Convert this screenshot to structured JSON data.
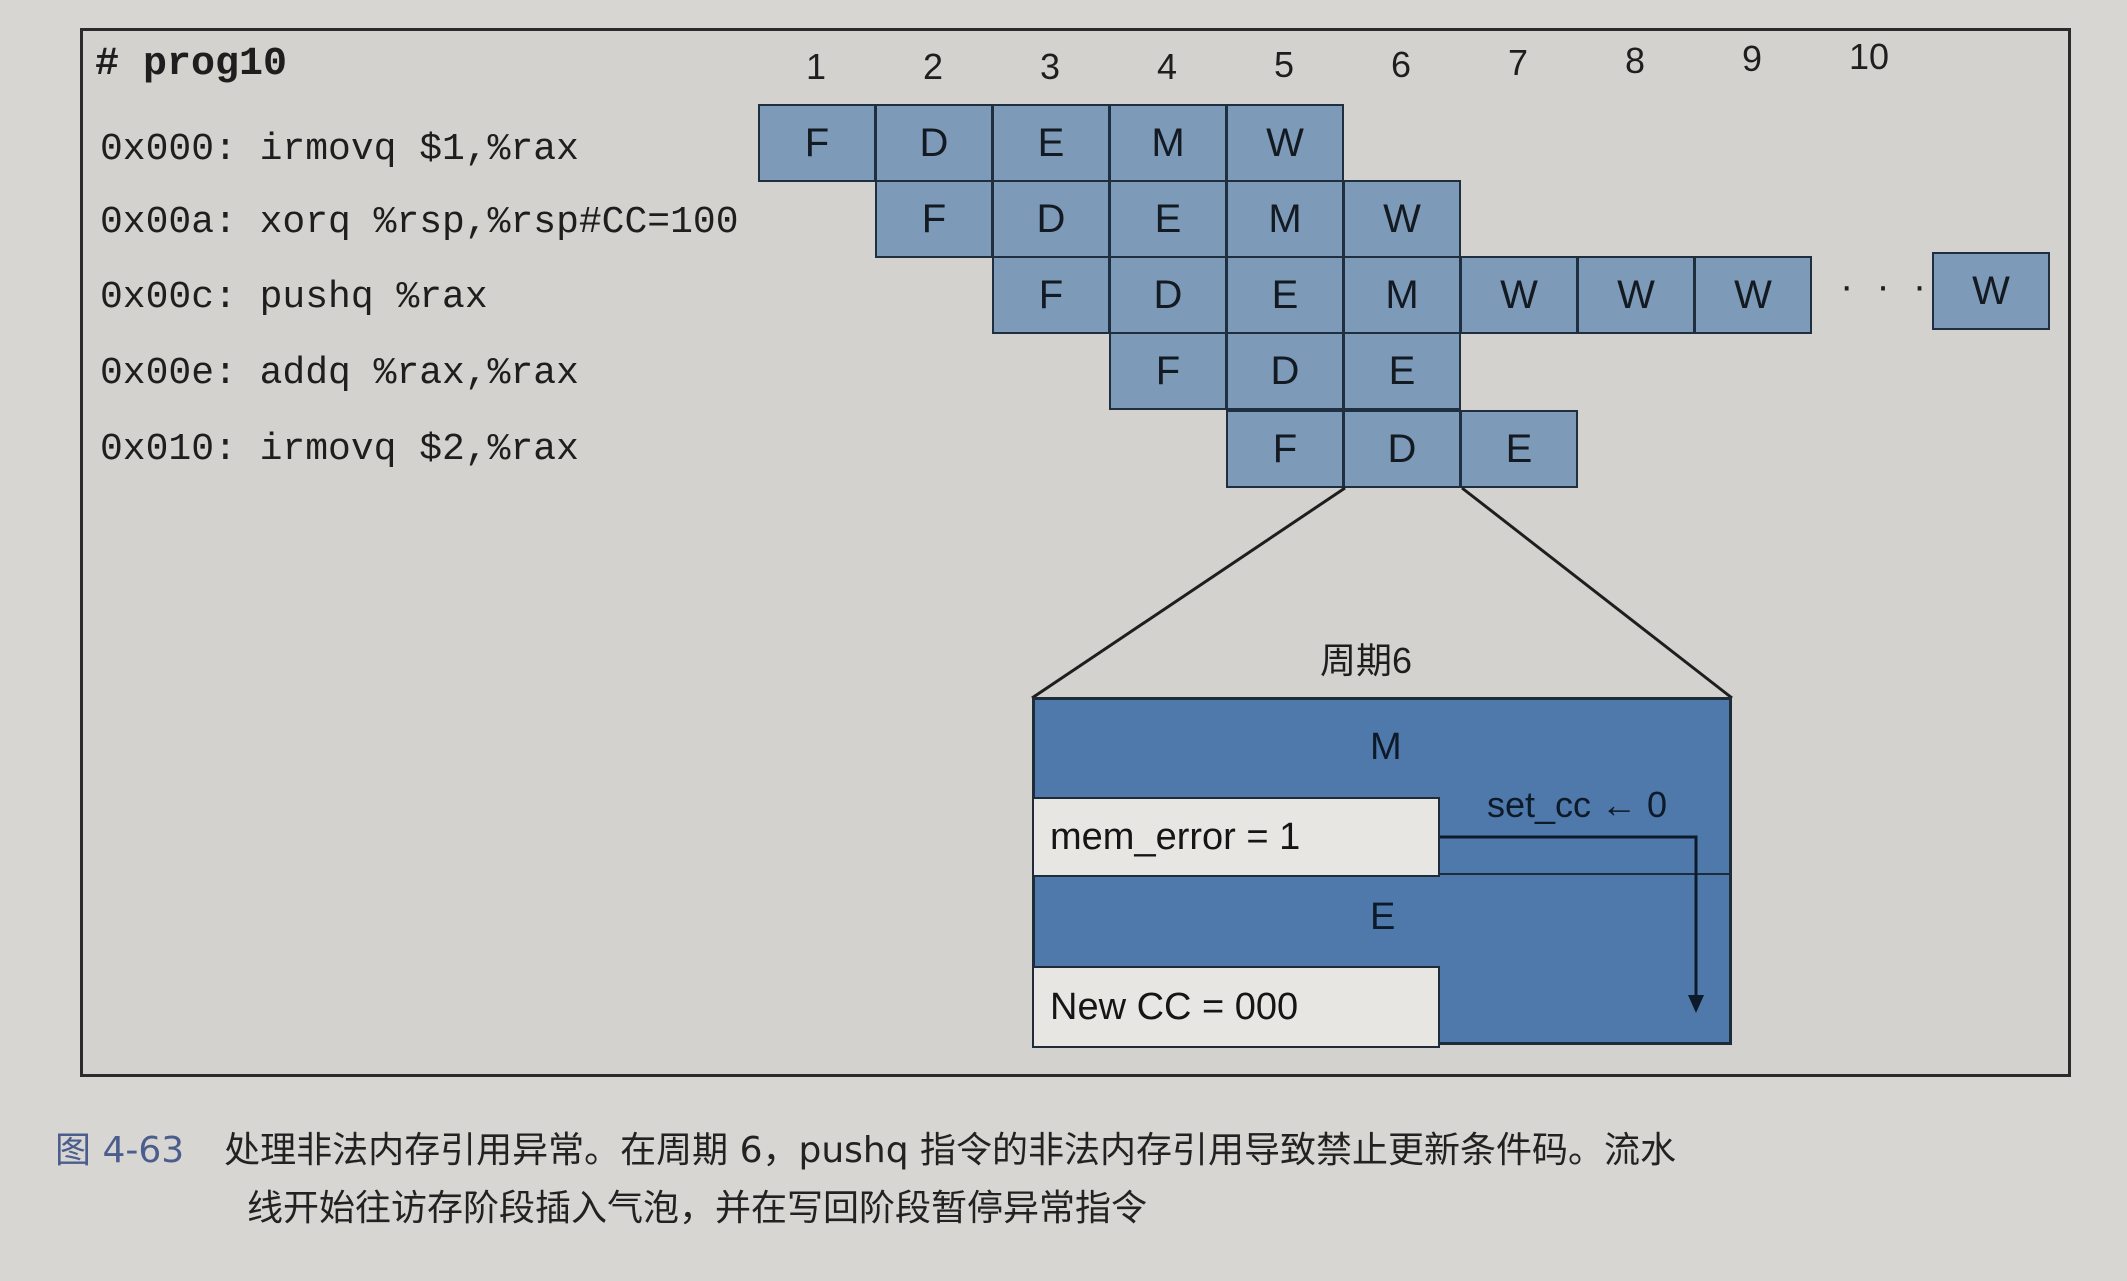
{
  "program": {
    "title": "# prog10",
    "instructions": [
      "0x000: irmovq $1,%rax",
      "0x00a: xorq %rsp,%rsp#CC=100",
      "0x00c: pushq %rax",
      "0x00e: addq %rax,%rax",
      "0x010: irmovq $2,%rax"
    ]
  },
  "cycles": [
    "1",
    "2",
    "3",
    "4",
    "5",
    "6",
    "7",
    "8",
    "9",
    "10"
  ],
  "pipeline": {
    "row0": [
      "F",
      "D",
      "E",
      "M",
      "W"
    ],
    "row1": [
      "F",
      "D",
      "E",
      "M",
      "W"
    ],
    "row2": [
      "F",
      "D",
      "E",
      "M",
      "W",
      "W",
      "W"
    ],
    "row2_tail": "W",
    "row3": [
      "F",
      "D",
      "E"
    ],
    "row4": [
      "F",
      "D",
      "E"
    ],
    "ellipsis": "· · ·"
  },
  "zoom": {
    "title": "周期6",
    "stage_m": "M",
    "stage_e": "E",
    "mem_error": "mem_error = 1",
    "set_cc": "set_cc ← 0",
    "new_cc": "New CC = 000"
  },
  "caption": {
    "fig_num": "图 4-63",
    "line1": "处理非法内存引用异常。在周期 6，pushq 指令的非法内存引用导致禁止更新条件码。流水",
    "line2": "线开始往访存阶段插入气泡，并在写回阶段暂停异常指令"
  },
  "colors": {
    "cell": "#7d9ab8",
    "zoom": "#4f79aa",
    "box": "#e7e6e3"
  }
}
